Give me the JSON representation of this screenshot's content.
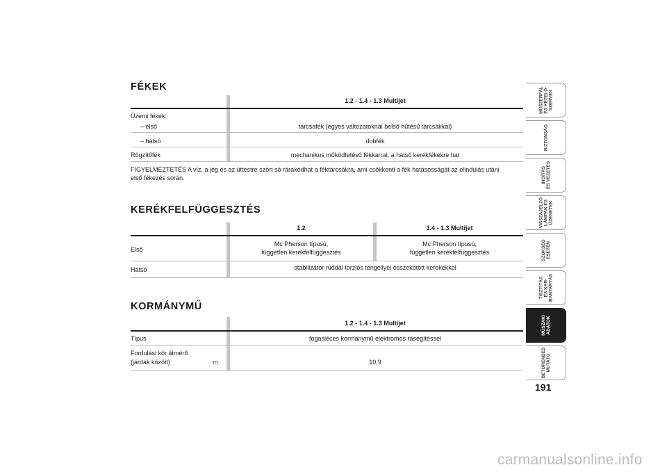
{
  "brakes": {
    "title": "FÉKEK",
    "col_header": "1.2 - 1.4 - 1.3 Multijet",
    "rows": [
      {
        "label": "Üzemi fékek:",
        "value": ""
      },
      {
        "label": "– első",
        "value": "tárcsafék (egyes változatoknál belső hűtésű tárcsákkal)"
      },
      {
        "label": "– hátsó",
        "value": "dobfék"
      },
      {
        "label": "Rögzítőfék",
        "value": "mechanikus működtetésű fékkarral, a hátsó kerékfékekre hat"
      }
    ],
    "warning_line1": "FIGYELMEZTETÉS A víz, a jég és az úttestre szórt só rárakódhat a féktárcsákra, ami csökkenti a fék hatásosságát az elindulás utáni",
    "warning_line2": "első fékezés során."
  },
  "suspension": {
    "title": "KERÉKFELFÜGGESZTÉS",
    "col1_header": "1.2",
    "col2_header": "1.4 - 1.3 Multijet",
    "front_label": "Első",
    "front_col1_line1": "Mc Pherson típusú,",
    "front_col1_line2": "független kerékfelfüggesztés",
    "front_col2_line1": "Mc Pherson típusú,",
    "front_col2_line2": "független kerékfelfüggesztés",
    "rear_label": "Hátsó",
    "rear_value": "stabilizátor rúddal torziós tengellyel összekötött kerekekkel"
  },
  "steering": {
    "title": "KORMÁNYMŰ",
    "col_header": "1.2 - 1.4 - 1.3 Multijet",
    "type_label": "Típus",
    "type_value": "fogasléces kormánymű elektromos rásegítéssel",
    "turn_label_line1": "Fordulási kör átmérő",
    "turn_label_line2": "(járdák között)",
    "turn_unit": "m",
    "turn_value": "10,9"
  },
  "side_tabs": [
    {
      "label": "MŰSZERFAL\nÉS KEZELŐ-\nSZERVEK",
      "active": false
    },
    {
      "label": "BIZTONSÁG",
      "active": false
    },
    {
      "label": "INDÍTÁS\nÉS VEZETÉS",
      "active": false
    },
    {
      "label": "VISSZAJELZŐ\nLÁMPÁK ÉS\nÜZENETEK",
      "active": false
    },
    {
      "label": "SZÜKSÉG\nESETÉN",
      "active": false
    },
    {
      "label": "TISZTÍTÁS\nÉS KAR-\nBANTARTÁS",
      "active": false
    },
    {
      "label": "MŰSZAKI\nADATOK",
      "active": true
    },
    {
      "label": "BETŰRENDES\nMUTATÓ",
      "active": false
    }
  ],
  "page_number": "191",
  "watermark": "carmanualsonline.info"
}
